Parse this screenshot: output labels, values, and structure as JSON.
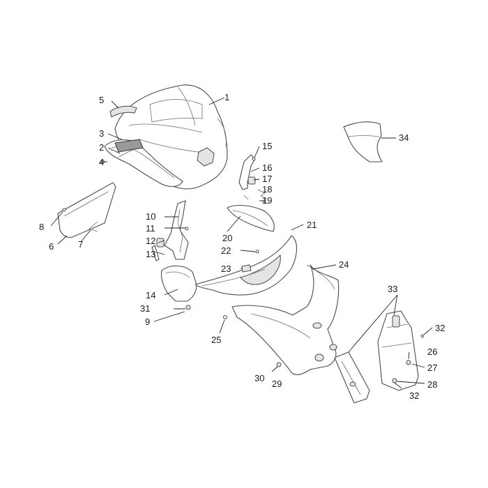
{
  "callouts": {
    "c1": "1",
    "c2": "2",
    "c3": "3",
    "c4": "4",
    "c5": "5",
    "c6": "6",
    "c7": "7",
    "c8": "8",
    "c9": "9",
    "c10": "10",
    "c11": "11",
    "c12": "12",
    "c13": "13",
    "c14": "14",
    "c15": "15",
    "c16": "16",
    "c17": "17",
    "c18": "18",
    "c19": "19",
    "c20": "20",
    "c21": "21",
    "c22": "22",
    "c23": "23",
    "c24": "24",
    "c25": "25",
    "c26": "26",
    "c27": "27",
    "c28": "28",
    "c29": "29",
    "c30": "30",
    "c31": "31",
    "c32a": "32",
    "c32b": "32",
    "c33": "33",
    "c34": "34"
  }
}
